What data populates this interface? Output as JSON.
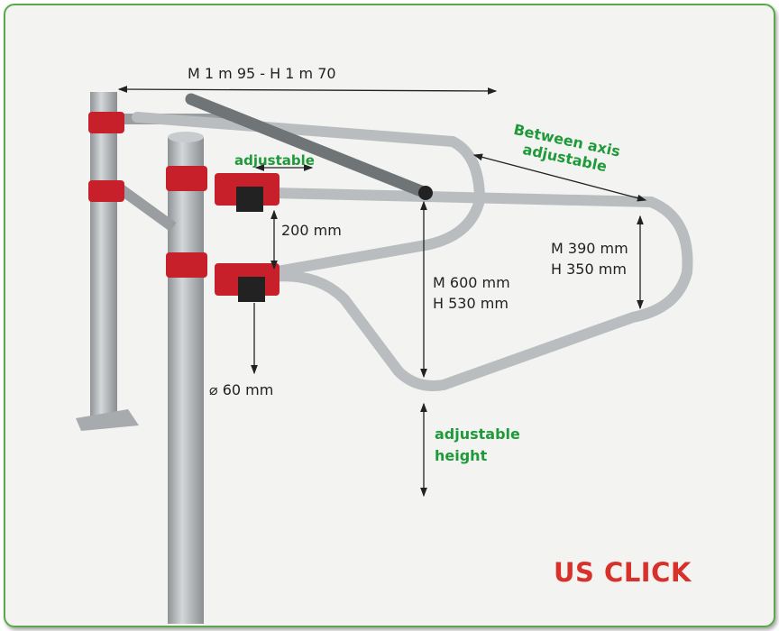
{
  "labels": {
    "overall_length": "M 1 m 95 - H 1 m 70",
    "adjustable_top": "adjustable",
    "between_axis": [
      "Between axis",
      "adjustable"
    ],
    "spacing": "200 mm",
    "inner_height": [
      "M 390 mm",
      "H 350 mm"
    ],
    "outer_height": [
      "M 600 mm",
      "H 530 mm"
    ],
    "tube_size": "⌀ 60 mm",
    "adjustable_height": [
      "adjustable",
      "height"
    ]
  },
  "brand": "US CLICK",
  "colors": {
    "frame": "#5aa84a",
    "label_green": "#1f9a3a",
    "brand_red": "#d8302a",
    "clamp_red": "#c8202a",
    "steel": "#b9bdc0"
  }
}
